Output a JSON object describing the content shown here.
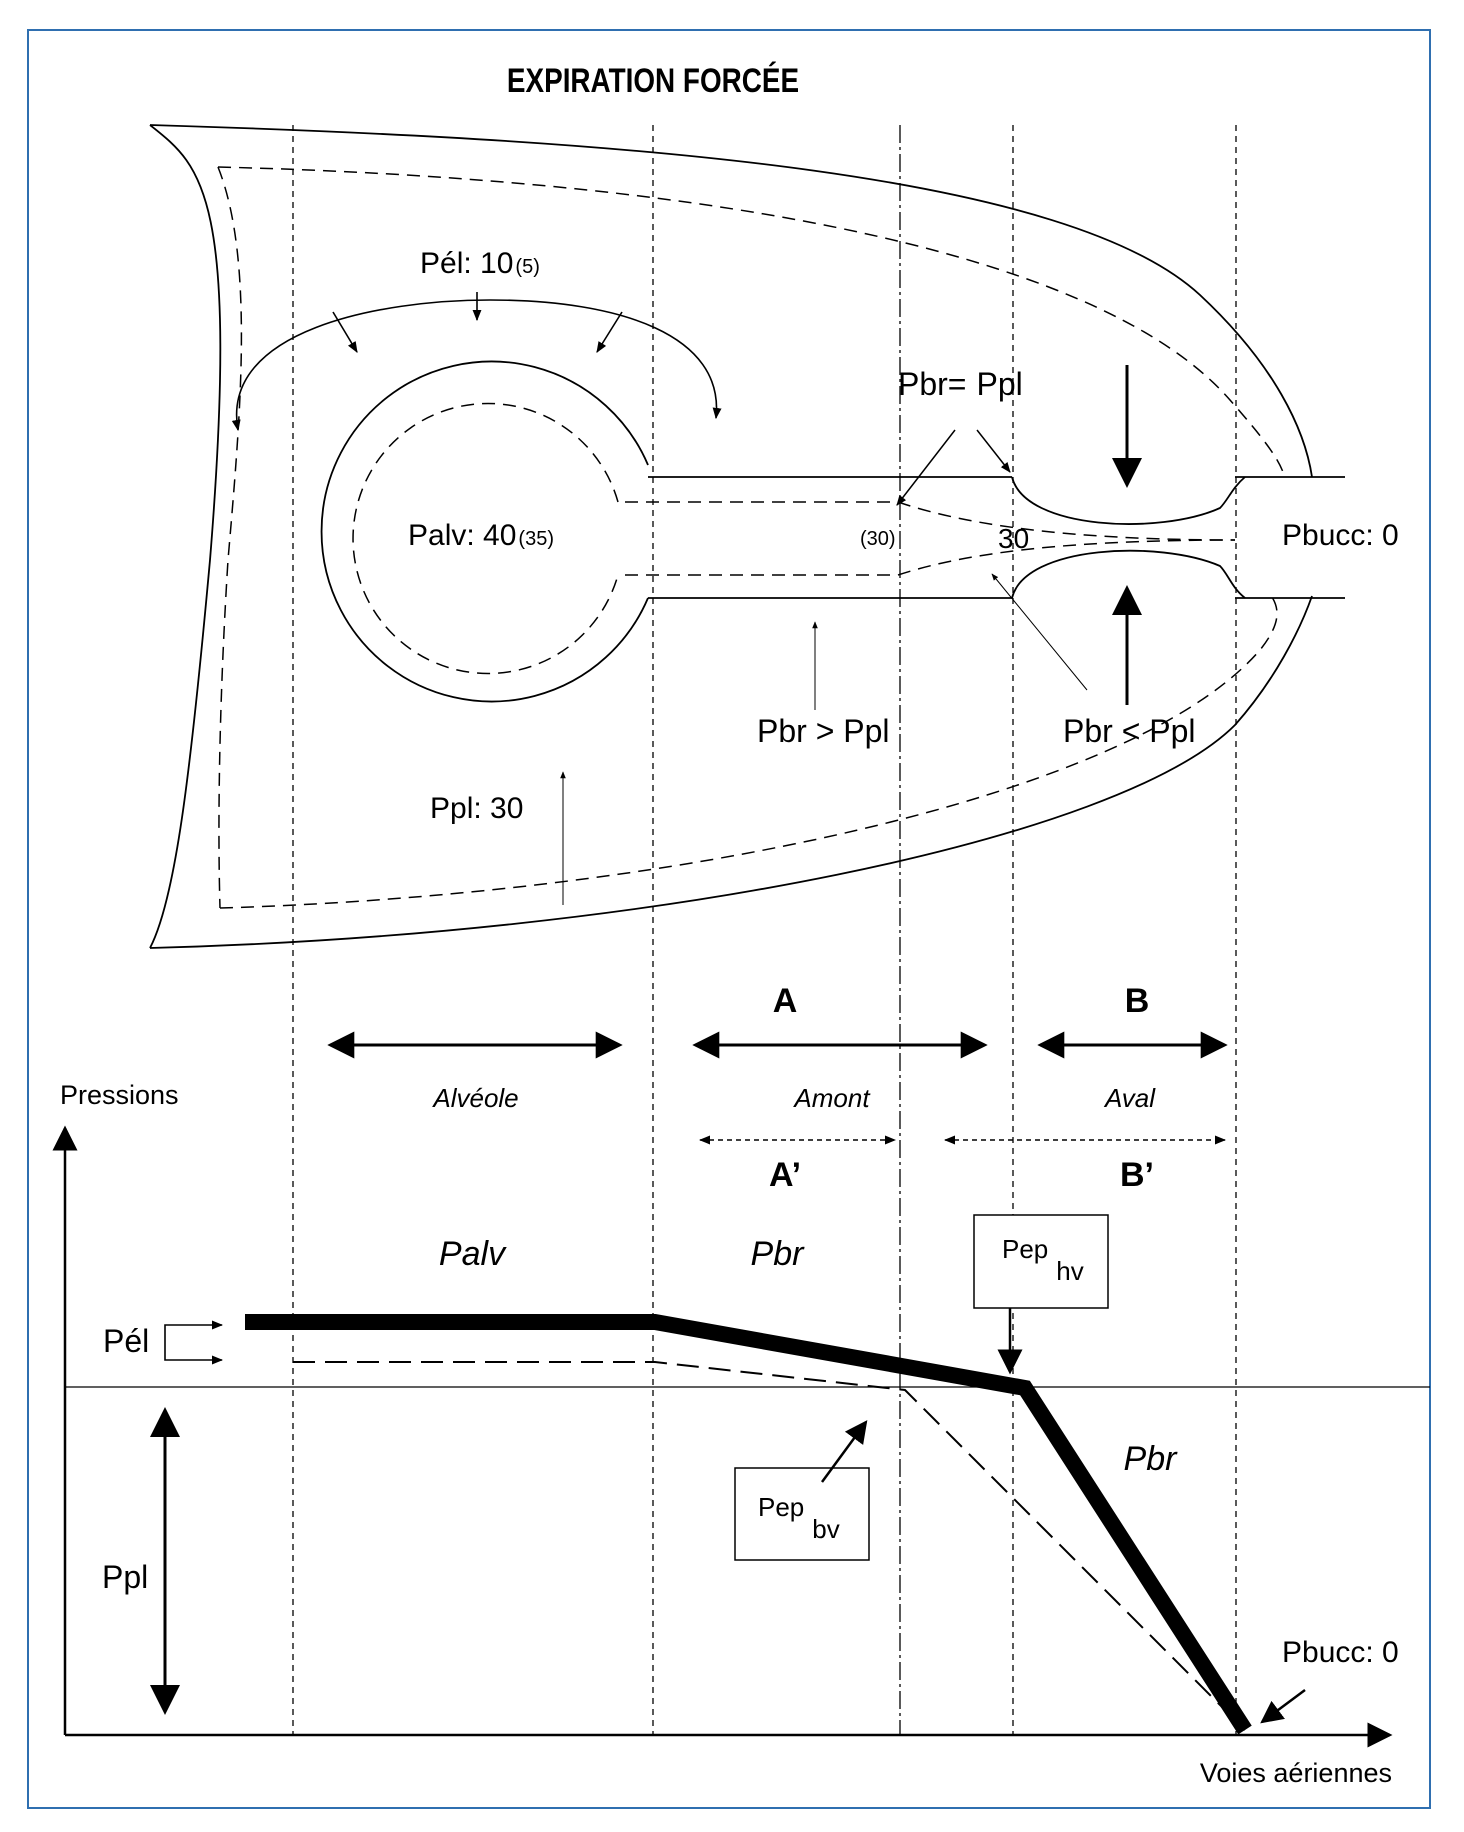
{
  "title": "EXPIRATION FORCÉE",
  "frame_color": "#2f6fb0",
  "labels": {
    "pel_top_main": "Pél: 10",
    "pel_top_sub": "(5)",
    "palv_main": "Palv: 40",
    "palv_sub": "(35)",
    "pbr_eq_main": "Pbr=",
    "pbr_eq_ppl": "Ppl",
    "paren30": "(30)",
    "val30": "30",
    "pbucc_top": "Pbucc: 0",
    "pbr_gt_ppl": "Pbr > Ppl",
    "pbr_lt_ppl": "Pbr < Ppl",
    "ppl_30": "Ppl: 30"
  },
  "segments": {
    "A": "A",
    "B": "B",
    "A_prime": "A’",
    "B_prime": "B’",
    "alveole": "Alvéole",
    "amont": "Amont",
    "aval": "Aval"
  },
  "graph": {
    "y_axis_label": "Pressions",
    "x_axis_label": "Voies aériennes",
    "palv": "Palv",
    "pbr_upper": "Pbr",
    "pbr_lower": "Pbr",
    "pel": "Pél",
    "ppl": "Ppl",
    "pep_hv_main": "Pep",
    "pep_hv_sub": "hv",
    "pep_bv_main": "Pep",
    "pep_bv_sub": "bv",
    "pbucc_bottom": "Pbucc: 0"
  }
}
